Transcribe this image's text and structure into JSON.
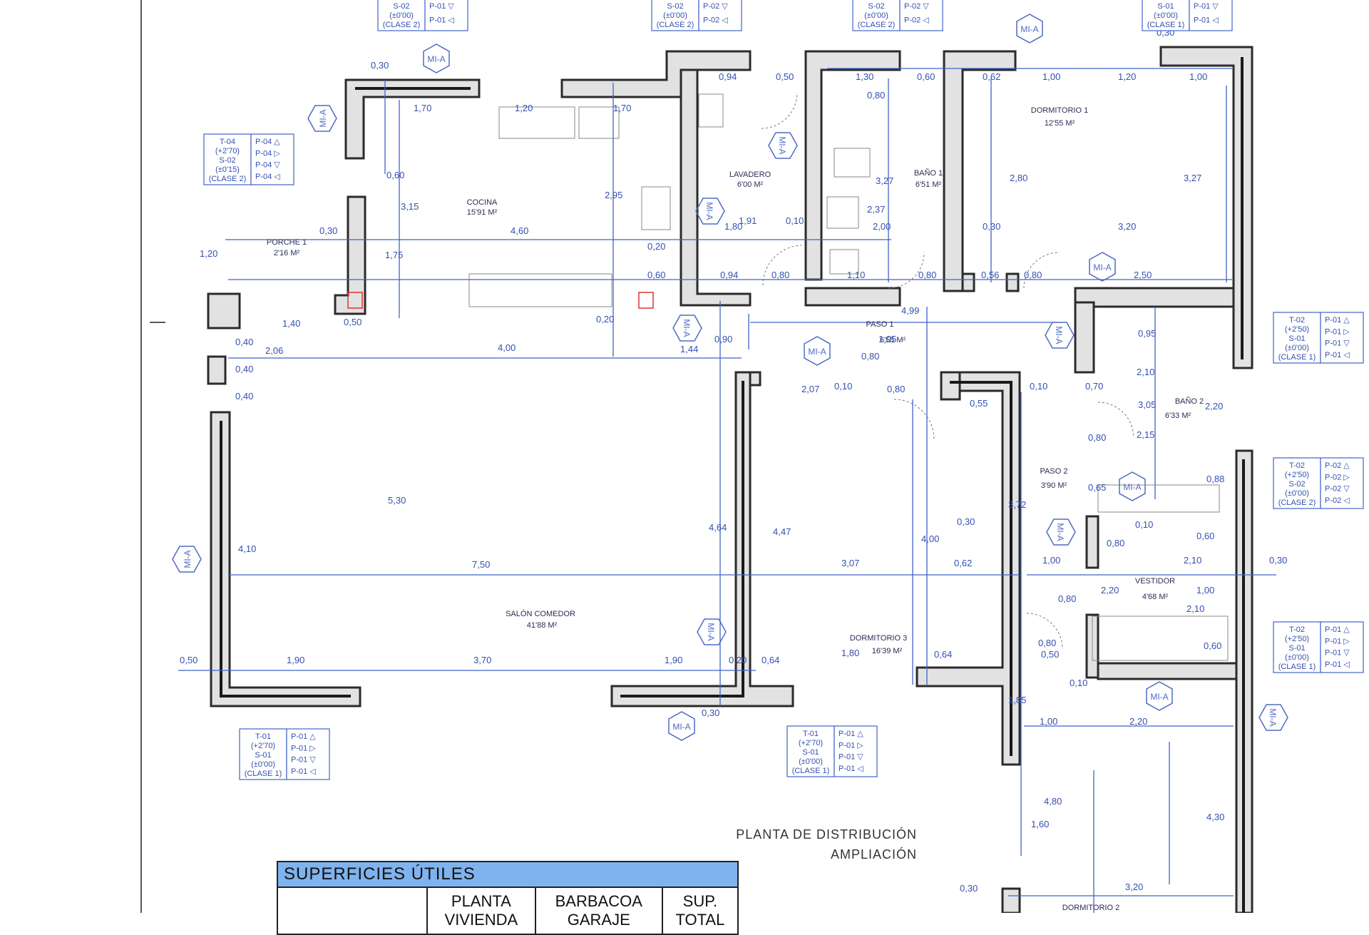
{
  "plan_title": {
    "line1": "PLANTA DE DISTRIBUCIÓN",
    "line2": "AMPLIACIÓN"
  },
  "rooms": [
    {
      "name": "COCINA",
      "area": "15'91 M²"
    },
    {
      "name": "LAVADERO",
      "area": "6'00 M²"
    },
    {
      "name": "BAÑO 1",
      "area": "6'51 M²"
    },
    {
      "name": "DORMITORIO 1",
      "area": "12'55 M²"
    },
    {
      "name": "PORCHE 1",
      "area": "2'16 M²"
    },
    {
      "name": "PASO 1",
      "area": "6'55 M²"
    },
    {
      "name": "BAÑO 2",
      "area": "6'33 M²"
    },
    {
      "name": "PASO 2",
      "area": "3'90 M²"
    },
    {
      "name": "VESTIDOR",
      "area": "4'68 M²"
    },
    {
      "name": "SALÓN COMEDOR",
      "area": "41'88 M²"
    },
    {
      "name": "DORMITORIO 3",
      "area": "16'39 M²"
    },
    {
      "name": "DORMITORIO 2",
      "area": ""
    }
  ],
  "section_marker": "MI-A",
  "tags": [
    {
      "lines": [
        "S-02",
        "(±0'00)",
        "(CLASE 2)"
      ],
      "codes": [
        "P-01 ▽",
        "P-01 ◁"
      ]
    },
    {
      "lines": [
        "S-02",
        "(±0'00)",
        "(CLASE 2)"
      ],
      "codes": [
        "P-02 ▽",
        "P-02 ◁"
      ]
    },
    {
      "lines": [
        "S-02",
        "(±0'00)",
        "(CLASE 2)"
      ],
      "codes": [
        "P-02 ▽",
        "P-02 ◁"
      ]
    },
    {
      "lines": [
        "S-01",
        "(±0'00)",
        "(CLASE 1)"
      ],
      "codes": [
        "P-01 ▽",
        "P-01 ◁"
      ]
    },
    {
      "lines": [
        "T-04",
        "(+2'70)",
        "S-02",
        "(±0'15)",
        "(CLASE 2)"
      ],
      "codes": [
        "P-04 △",
        "P-04 ▷",
        "P-04 ▽",
        "P-04 ◁"
      ]
    },
    {
      "lines": [
        "T-02",
        "(+2'50)",
        "S-01",
        "(±0'00)",
        "(CLASE 1)"
      ],
      "codes": [
        "P-01 △",
        "P-01 ▷",
        "P-01 ▽",
        "P-01 ◁"
      ]
    },
    {
      "lines": [
        "T-02",
        "(+2'50)",
        "S-02",
        "(±0'00)",
        "(CLASE 2)"
      ],
      "codes": [
        "P-02 △",
        "P-02 ▷",
        "P-02 ▽",
        "P-02 ◁"
      ]
    },
    {
      "lines": [
        "T-02",
        "(+2'50)",
        "S-01",
        "(±0'00)",
        "(CLASE 1)"
      ],
      "codes": [
        "P-01 △",
        "P-01 ▷",
        "P-01 ▽",
        "P-01 ◁"
      ]
    },
    {
      "lines": [
        "T-01",
        "(+2'70)",
        "S-01",
        "(±0'00)",
        "(CLASE 1)"
      ],
      "codes": [
        "P-01 △",
        "P-01 ▷",
        "P-01 ▽",
        "P-01 ◁"
      ]
    },
    {
      "lines": [
        "T-01",
        "(+2'70)",
        "S-01",
        "(±0'00)",
        "(CLASE 1)"
      ],
      "codes": [
        "P-01 △",
        "P-01 ▷",
        "P-01 ▽",
        "P-01 ◁"
      ]
    }
  ],
  "dimensions": [
    "0,30",
    "1,70",
    "1,20",
    "1,70",
    "0,94",
    "0,50",
    "1,30",
    "0,60",
    "0,62",
    "1,00",
    "1,20",
    "1,00",
    "0,30",
    "0,80",
    "0,60",
    "3,15",
    "2,95",
    "3,27",
    "2,80",
    "3,27",
    "0,30",
    "4,60",
    "1,91",
    "0,10",
    "2,37",
    "2,00",
    "0,30",
    "3,20",
    "1,20",
    "1,75",
    "0,20",
    "1,80",
    "0,60",
    "0,94",
    "0,80",
    "1,10",
    "0,80",
    "0,56",
    "0,80",
    "2,50",
    "0,20",
    "1,40",
    "0,50",
    "4,99",
    "0,40",
    "2,06",
    "4,00",
    "1,44",
    "0,90",
    "1,05",
    "0,80",
    "0,95",
    "0,40",
    "2,07",
    "0,10",
    "0,80",
    "0,55",
    "0,10",
    "0,70",
    "2,10",
    "0,40",
    "3,05",
    "2,20",
    "0,80",
    "2,15",
    "5,30",
    "0,65",
    "0,88",
    "4,64",
    "4,47",
    "4,00",
    "0,30",
    "3,72",
    "0,10",
    "0,80",
    "0,60",
    "4,10",
    "7,50",
    "3,07",
    "0,62",
    "1,00",
    "2,10",
    "0,30",
    "2,20",
    "1,00",
    "0,80",
    "2,10",
    "0,80",
    "0,50",
    "0,60",
    "1,90",
    "3,70",
    "1,90",
    "0,20",
    "0,64",
    "1,80",
    "0,64",
    "0,50",
    "0,10",
    "1,85",
    "1,00",
    "2,20",
    "0,30",
    "4,80",
    "1,60",
    "4,30",
    "0,30",
    "3,20"
  ],
  "surfaces_table": {
    "title": "SUPERFICIES ÚTILES",
    "columns": [
      "",
      "PLANTA",
      "BARBACOA",
      "SUP."
    ],
    "subheaders": [
      "",
      "VIVIENDA",
      "GARAJE",
      "TOTAL"
    ]
  }
}
